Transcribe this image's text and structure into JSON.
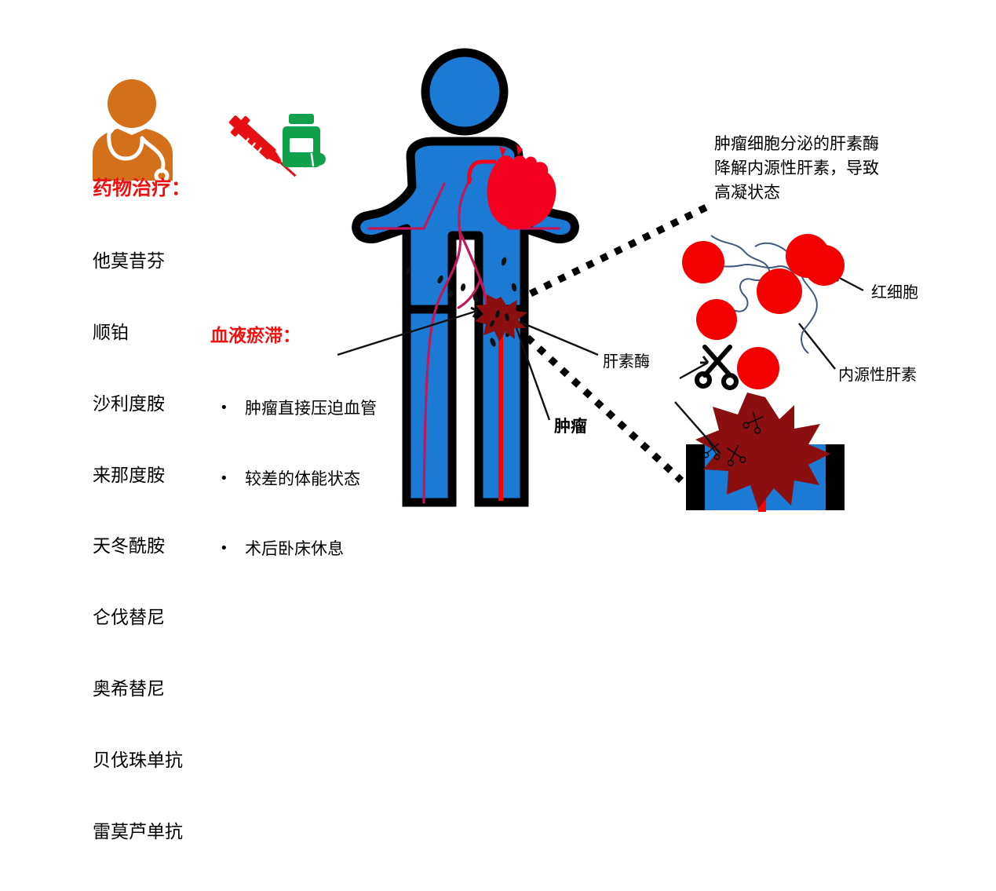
{
  "figure": {
    "title_implied": "Mechanisms of cancer-associated hypercoagulability",
    "colors": {
      "body_blue": "#1a7ad4",
      "outline_black": "#000000",
      "heart_red": "#f5001e",
      "vessel_crimson": "#c2185b",
      "artery_red": "#ff0000",
      "tumor_dark_red": "#8c0f10",
      "rbc_red": "#f50000",
      "heading_red": "#ee1111",
      "doctor_orange": "#d4701a",
      "syringe_red": "#e60f14",
      "bottle_green": "#12a14b",
      "heparin_strand": "#3f5a80"
    }
  },
  "drug_panel": {
    "heading": "药物治疗：",
    "items": [
      "他莫昔芬",
      "顺铂",
      "沙利度胺",
      "来那度胺",
      "天冬酰胺",
      "仑伐替尼",
      "奥希替尼",
      "贝伐珠单抗",
      "雷莫芦单抗"
    ],
    "icons": [
      "doctor-icon",
      "syringe-icon",
      "medicine-bottle-icon"
    ]
  },
  "stasis_panel": {
    "heading": "血液瘀滞：",
    "items": [
      "肿瘤直接压迫血管",
      "较差的体能状态",
      "术后卧床休息"
    ]
  },
  "annotations": {
    "heparanase_note": "肿瘤细胞分泌的肝素酶\n降解内源性肝素，导致\n高凝状态",
    "red_blood_cell": "红细胞",
    "endogenous_heparin": "内源性肝素",
    "heparanase": "肝素酶",
    "tumor": "肿瘤"
  },
  "body_figure": {
    "name": "human-body-silhouette",
    "parts": [
      "head",
      "torso",
      "left-arm",
      "right-arm",
      "left-leg",
      "right-leg",
      "heart",
      "blood-vessels",
      "tumor-burst"
    ]
  },
  "inset_cells": {
    "name": "blood-cells-and-heparin-inset",
    "rbc_count": 6,
    "scissors_label": "heparanase-scissors-icon"
  },
  "inset_tumor": {
    "name": "magnified-tumor-vessel-inset",
    "scissors_count": 3
  }
}
